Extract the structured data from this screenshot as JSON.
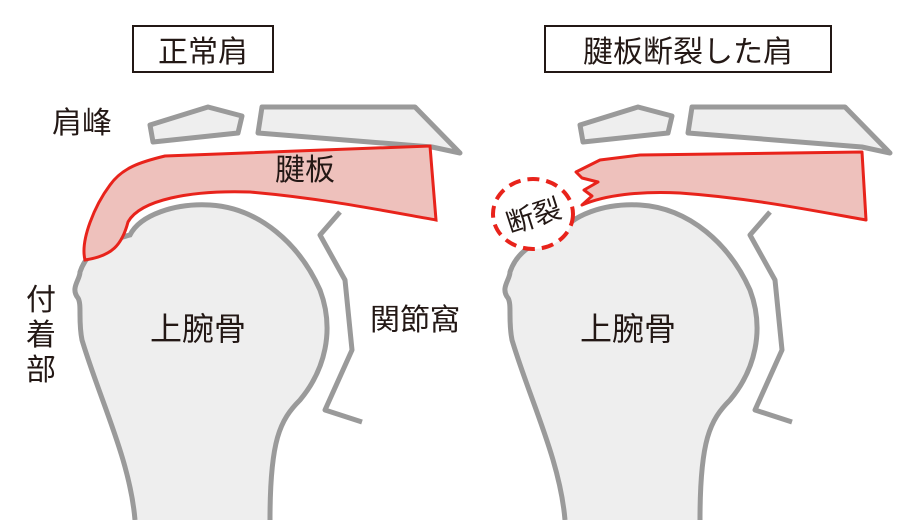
{
  "colors": {
    "bone_fill": "#eeeeee",
    "bone_stroke": "#9a9a9a",
    "tendon_fill": "#eec1bc",
    "tendon_stroke": "#e8231b",
    "text": "#231815"
  },
  "normal": {
    "title": "正常肩",
    "acromion": "肩峰",
    "tendon": "腱板",
    "insertion": [
      "付",
      "着",
      "部"
    ],
    "humerus": "上腕骨",
    "glenoid": "関節窩"
  },
  "torn": {
    "title": "腱板断裂した肩",
    "tear": "断裂",
    "humerus": "上腕骨"
  }
}
